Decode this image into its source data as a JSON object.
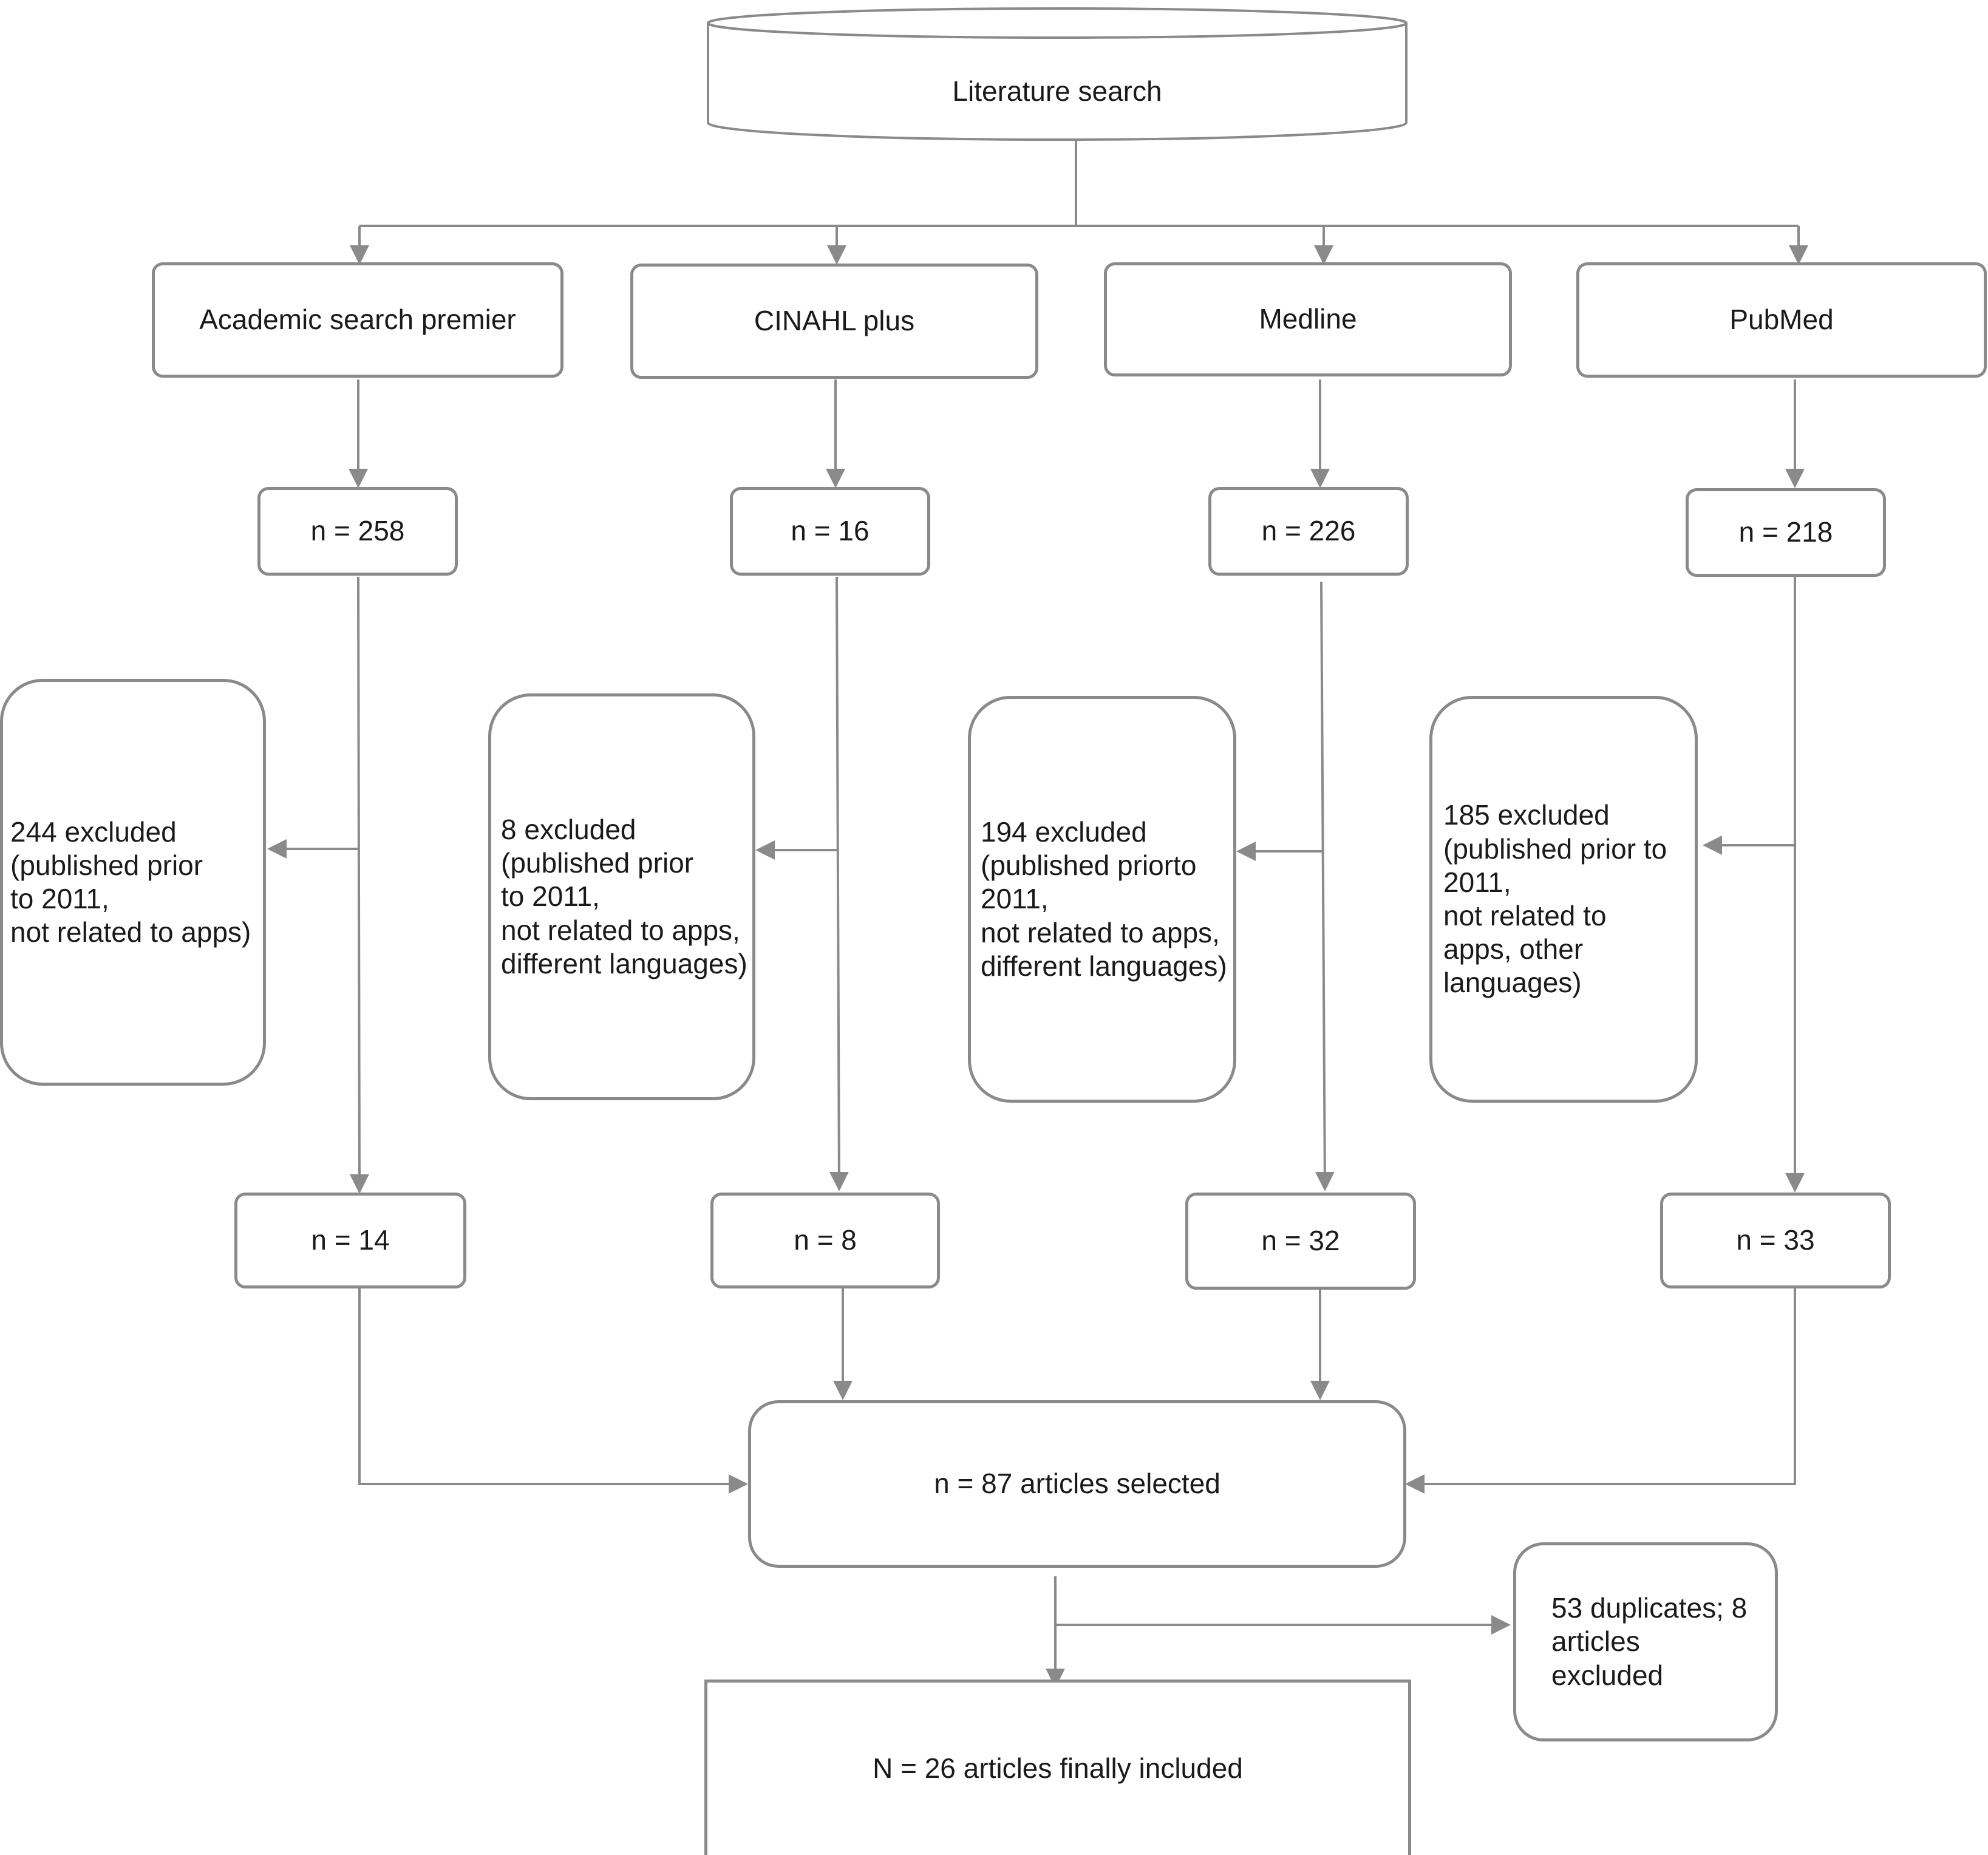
{
  "start": {
    "label": "Literature search"
  },
  "databases": [
    {
      "name": "Academic search premier",
      "initial": "n = 258",
      "excluded": "244 excluded\n(published prior\nto 2011,\nnot related to apps)",
      "remaining": "n = 14"
    },
    {
      "name": "CINAHL plus",
      "initial": "n = 16",
      "excluded": "8 excluded\n(published prior\nto 2011,\nnot related to apps,\ndifferent languages)",
      "remaining": "n = 8"
    },
    {
      "name": "Medline",
      "initial": "n = 226",
      "excluded": "194 excluded\n(published priorto\n2011,\nnot related to apps,\ndifferent languages)",
      "remaining": "n = 32"
    },
    {
      "name": "PubMed",
      "initial": "n = 218",
      "excluded": "185 excluded\n(published prior to\n2011,\nnot related to\napps, other\nlanguages)",
      "remaining": "n = 33"
    }
  ],
  "selected": {
    "label": "n = 87 articles selected"
  },
  "duplicates": {
    "label": "53 duplicates; 8\narticles\nexcluded"
  },
  "final": {
    "label": "N = 26 articles finally included"
  },
  "colors": {
    "line": "#8a8a8a",
    "text": "#1a1a1a"
  }
}
